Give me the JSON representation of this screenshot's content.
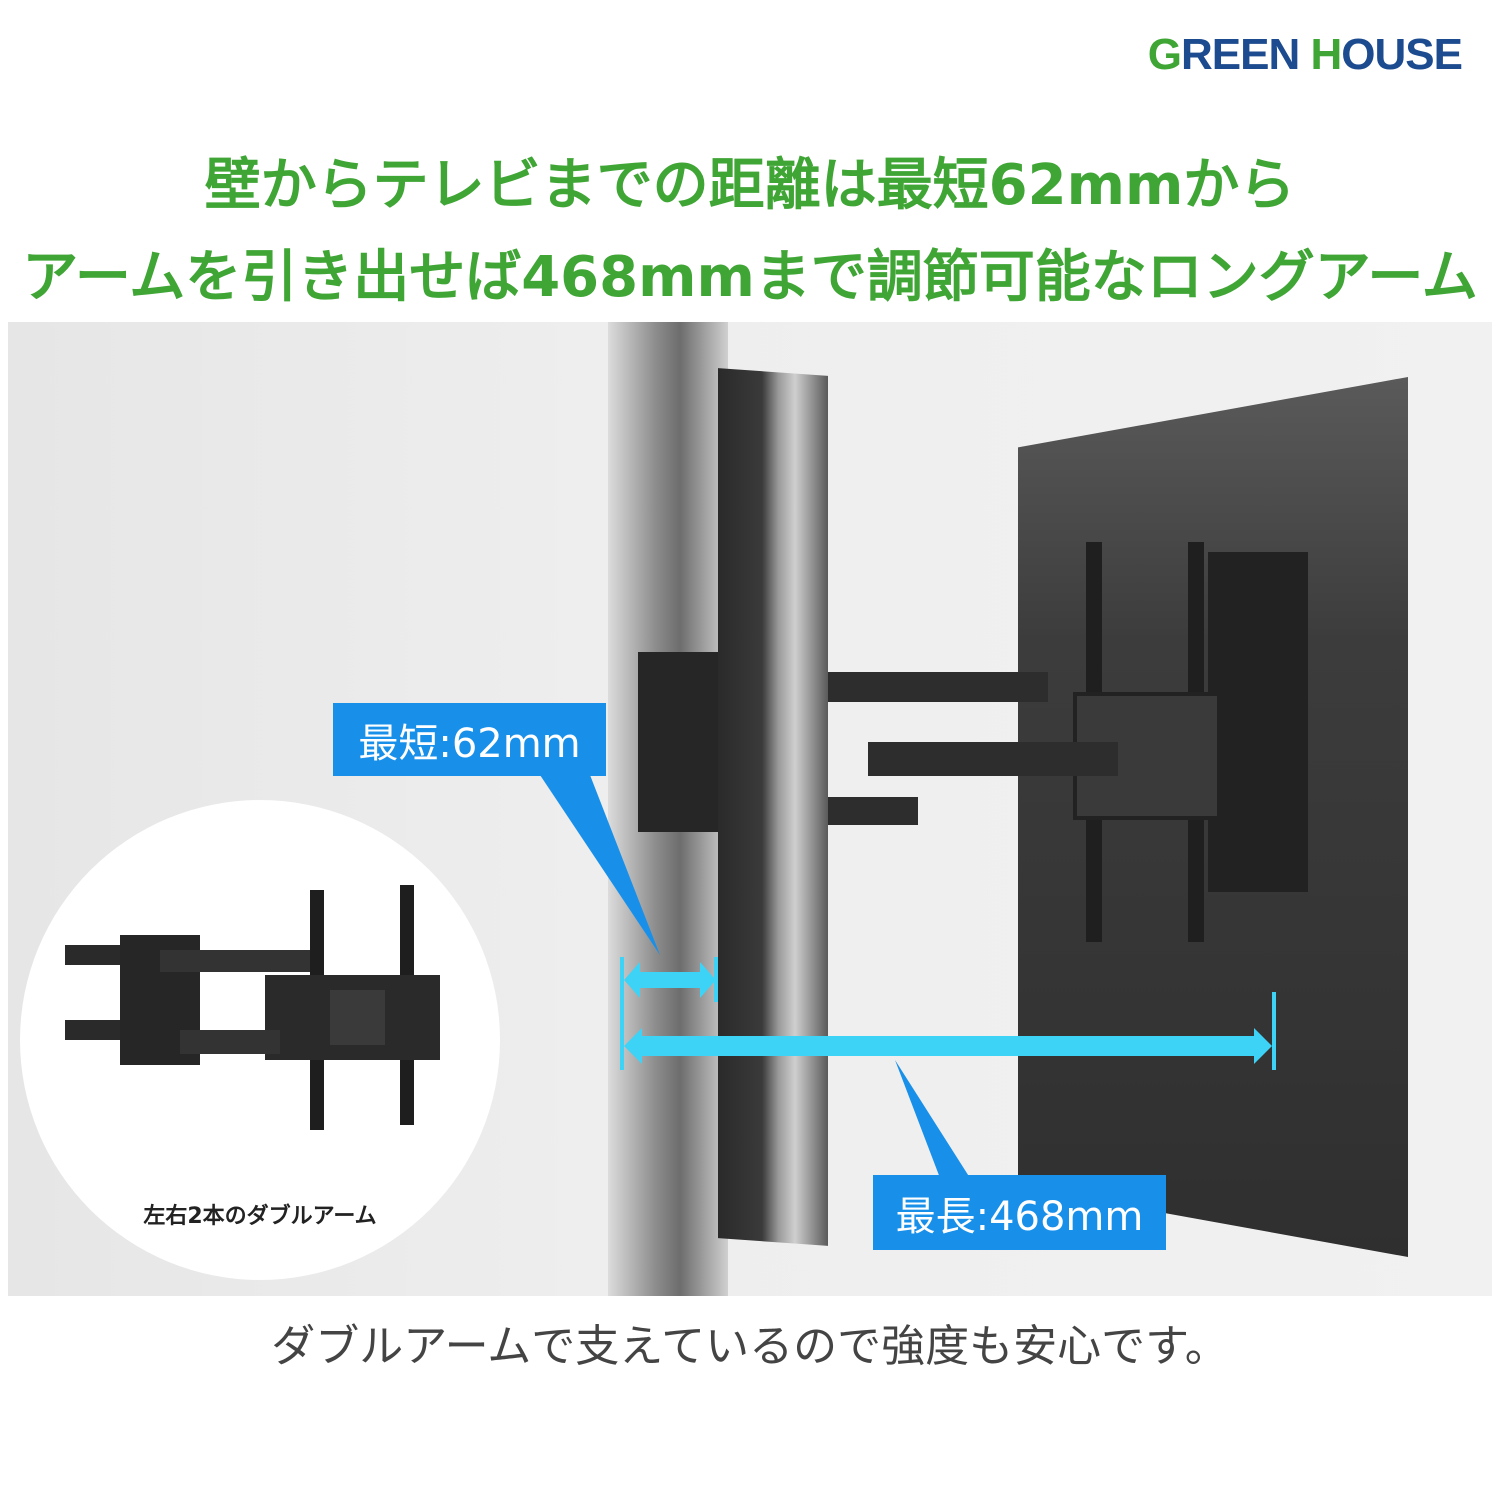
{
  "brand": {
    "logo_prefix": "G",
    "logo_mid1": "REEN ",
    "logo_h": "H",
    "logo_rest": "OUSE",
    "colors": {
      "green": "#3fa535",
      "blue": "#1c4b8f"
    }
  },
  "headline": {
    "line1": "壁からテレビまでの距離は最短62mmから",
    "line2": "アームを引き出せば468mmまで調節可能なロングアーム"
  },
  "callouts": {
    "shortest": "最短:62mm",
    "longest": "最長:468mm",
    "callout_color": "#1890ea",
    "arrow_color": "#3dd3f7"
  },
  "inset": {
    "caption": "左右2本のダブルアーム"
  },
  "footer": {
    "text": "ダブルアームで支えているので強度も安心です。"
  }
}
